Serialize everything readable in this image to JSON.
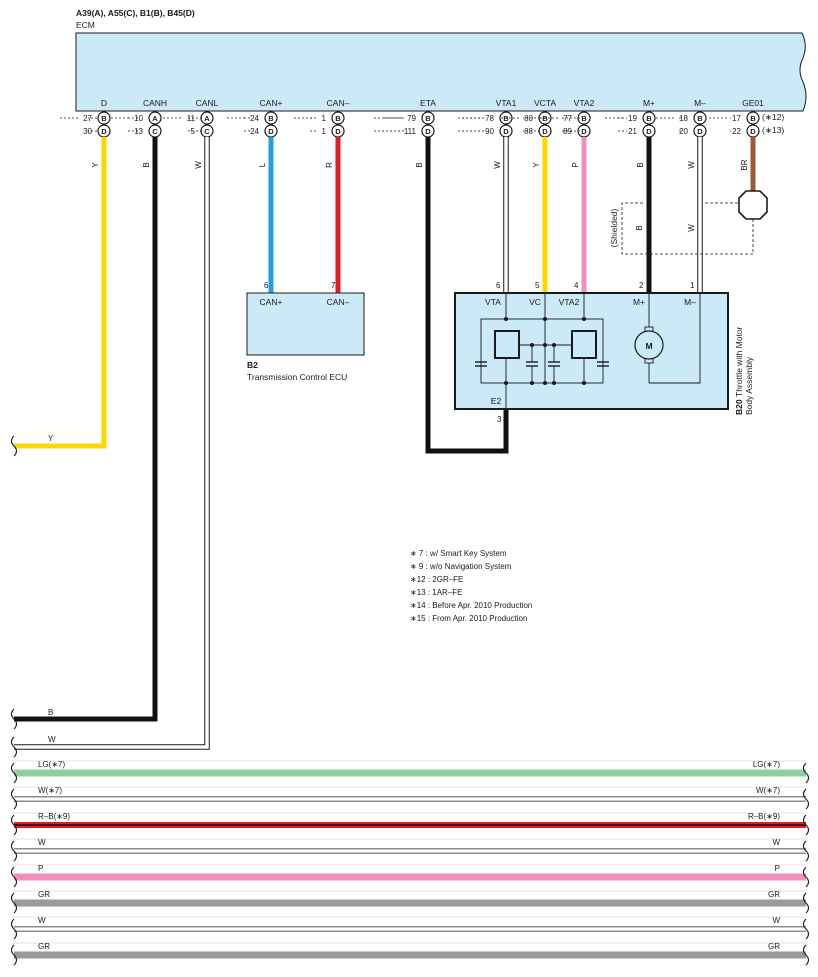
{
  "ecm": {
    "connectors": "A39(A), A55(C), B1(B), B45(D)",
    "name": "ECM",
    "terminals": [
      {
        "name": "D",
        "pin1": "27",
        "c1": "B",
        "pin2": "30",
        "c2": "D",
        "wire_label": "Y"
      },
      {
        "name": "CANH",
        "pin1": "10",
        "c1": "A",
        "pin2": "13",
        "c2": "C",
        "wire_label": "B"
      },
      {
        "name": "CANL",
        "pin1": "11",
        "c1": "A",
        "pin2": "5",
        "c2": "C",
        "wire_label": "W"
      },
      {
        "name": "CAN+",
        "pin1": "24",
        "c1": "B",
        "pin2": "24",
        "c2": "D",
        "wire_label": "L"
      },
      {
        "name": "CAN–",
        "pin1": "1",
        "c1": "B",
        "pin2": "1",
        "c2": "D",
        "wire_label": "R"
      },
      {
        "name": "ETA",
        "pin1": "79",
        "c1": "B",
        "pin2": "111",
        "c2": "D",
        "wire_label": "B"
      },
      {
        "name": "VTA1",
        "pin1": "78",
        "c1": "B",
        "pin2": "90",
        "c2": "D",
        "wire_label": "W"
      },
      {
        "name": "VCTA",
        "pin1": "80",
        "c1": "B",
        "pin2": "88",
        "c2": "D",
        "wire_label": "Y"
      },
      {
        "name": "VTA2",
        "pin1": "77",
        "c1": "B",
        "pin2": "89",
        "c2": "D",
        "wire_label": "P"
      },
      {
        "name": "M+",
        "pin1": "19",
        "c1": "B",
        "pin2": "21",
        "c2": "D",
        "wire_label": "B"
      },
      {
        "name": "M–",
        "pin1": "18",
        "c1": "B",
        "pin2": "20",
        "c2": "D",
        "wire_label": "W"
      },
      {
        "name": "GE01",
        "pin1": "17",
        "c1": "B",
        "pin2": "22",
        "c2": "D",
        "wire_label": "BR"
      }
    ],
    "note_12": "(∗12)",
    "note_13": "(∗13)"
  },
  "shielded_label": "(Shielded)",
  "tcu": {
    "id": "B2",
    "name": "Transmission Control ECU",
    "pin_canp": "6",
    "pin_canm": "7",
    "label_canp": "CAN+",
    "label_canm": "CAN–"
  },
  "throttle": {
    "id": "B20",
    "name_line1": "Throttle with Motor",
    "name_line2": "Body Assembly",
    "pins": {
      "vta": "6",
      "vc": "5",
      "vta2": "4",
      "mp": "2",
      "mm": "1",
      "e2": "3"
    },
    "labels": {
      "vta": "VTA",
      "vc": "VC",
      "vta2": "VTA2",
      "mp": "M+",
      "mm": "M–",
      "e2": "E2",
      "motor": "M"
    }
  },
  "notes": [
    "∗ 7 : w/ Smart Key System",
    "∗ 9 : w/o Navigation System",
    "∗12 : 2GR–FE",
    "∗13 : 1AR–FE",
    "∗14 : Before Apr.  2010 Production",
    "∗15 : From Apr.  2010 Production"
  ],
  "left_wires": {
    "y": "Y",
    "b": "B",
    "w": "W"
  },
  "bus": [
    {
      "left": "LG(∗7)",
      "right": "LG(∗7)",
      "color": "#8fcf9f"
    },
    {
      "left": "W(∗7)",
      "right": "W(∗7)",
      "color": "#ffffff"
    },
    {
      "left": "R–B(∗9)",
      "right": "R–B(∗9)",
      "color": "#e11b22"
    },
    {
      "left": "W",
      "right": "W",
      "color": "#ffffff"
    },
    {
      "left": "P",
      "right": "P",
      "color": "#f08cbf"
    },
    {
      "left": "GR",
      "right": "GR",
      "color": "#9a9a9a"
    },
    {
      "left": "W",
      "right": "W",
      "color": "#ffffff"
    },
    {
      "left": "GR",
      "right": "GR",
      "color": "#9a9a9a"
    }
  ],
  "colors": {
    "ecm_fill": "#cce9f7",
    "yellow": "#ffd700",
    "black": "#111111",
    "blue": "#1da1e2",
    "red": "#e11b22",
    "pink": "#f08cbf",
    "brown": "#9a5b35",
    "green": "#8fcf9f",
    "gray": "#9a9a9a"
  }
}
